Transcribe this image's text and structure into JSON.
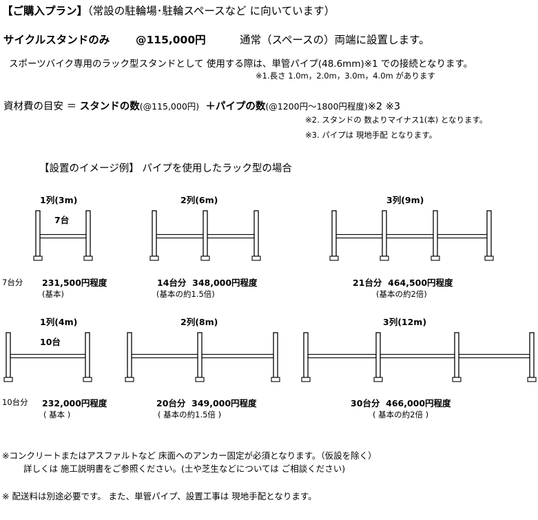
{
  "header": {
    "title": "【ご購入プラン】",
    "subtitle": "（常設の駐輪場･駐輪スペースなど に向いています）"
  },
  "plan": {
    "name": "サイクルスタンドのみ",
    "price": "@115,000円",
    "note": "通常（スペースの）両端に設置します。"
  },
  "description": {
    "main": "スポーツバイク専用のラック型スタンドとして 使用する際は、単管パイプ(48.6mm)※1 での接続となります。",
    "note1": "※1.長さ 1.0m，2.0m，3.0m，4.0m があります"
  },
  "estimate": {
    "label": "資材費の目安 ＝ ",
    "stand_label": "スタンドの数",
    "stand_price": "(@115,000円)",
    "plus": "＋",
    "pipe_label": "パイプの数",
    "pipe_price": "(@1200円～1800円程度)",
    "refs": "※2 ※3",
    "note2": "※2. スタンドの 数よりマイナス1(本) となります。",
    "note3": "※3. パイプは 現地手配 となります。"
  },
  "example_title": "【設置のイメージ例】 パイプを使用したラック型の場合",
  "row1": {
    "configs": [
      {
        "label": "1列(3m)",
        "inline": "7台",
        "count": "",
        "price": "231,500円程度",
        "sub": "(基本)"
      },
      {
        "label": "2列(6m)",
        "inline": "",
        "count": "14台分",
        "price": "348,000円程度",
        "sub": "(基本の約1.5倍)"
      },
      {
        "label": "3列(9m)",
        "inline": "",
        "count": "21台分",
        "price": "464,500円程度",
        "sub": "(基本の約2倍)"
      }
    ],
    "side_count": "7台分"
  },
  "row2": {
    "configs": [
      {
        "label": "1列(4m)",
        "inline": "10台",
        "count": "",
        "price": "232,000円程度",
        "sub": "( 基本 )"
      },
      {
        "label": "2列(8m)",
        "inline": "",
        "count": "20台分",
        "price": "349,000円程度",
        "sub": "( 基本の約1.5倍 )"
      },
      {
        "label": "3列(12m)",
        "inline": "",
        "count": "30台分",
        "price": "466,000円程度",
        "sub": "( 基本の約2倍 )"
      }
    ],
    "side_count": "10台分"
  },
  "footer": {
    "line1": "※コンクリートまたはアスファルトなど 床面へのアンカー固定が必須となります。（仮設を除く）",
    "line2": "詳しくは 施工説明書をご参照ください。(土や芝生などについては ご相談ください)",
    "line3": "※ 配送料は別途必要です。 また、単管パイプ、設置工事は 現地手配となります。"
  }
}
